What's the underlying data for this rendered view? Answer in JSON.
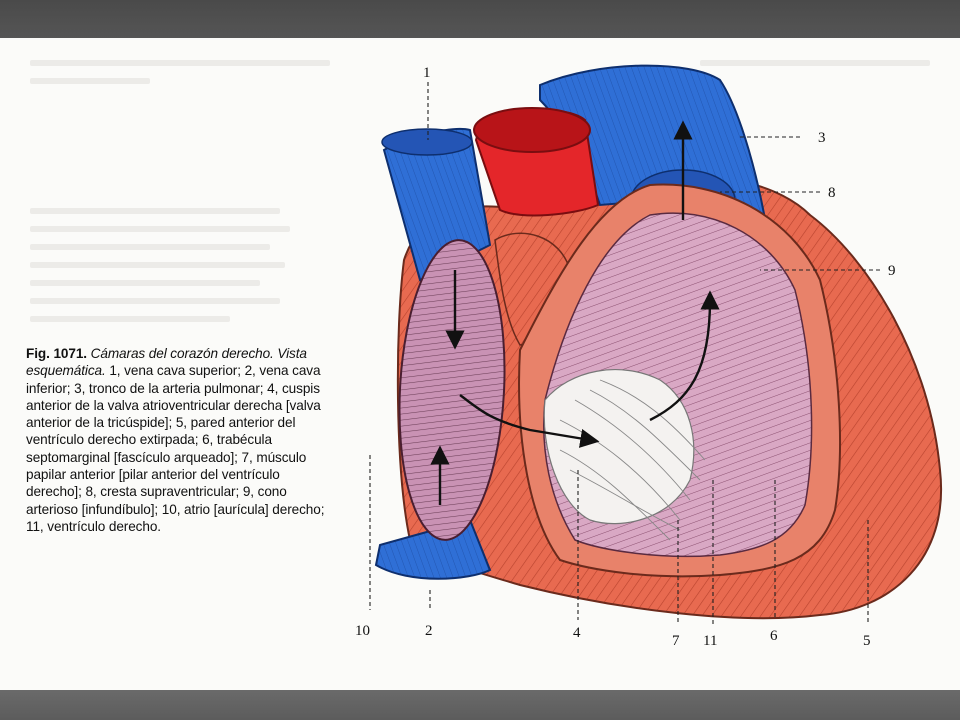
{
  "figure": {
    "caption_number": "Fig. 1071.",
    "caption_title": "Cámaras del corazón derecho. Vista esquemática.",
    "caption_body": "1, vena cava superior; 2, vena cava inferior; 3, tronco de la arteria pulmonar; 4, cuspis anterior de la valva atrioventricular derecha [valva anterior de la tricúspide]; 5, pared anterior del ventrículo derecho extirpada; 6, trabécula septomarginal [fascículo arqueado]; 7, músculo papilar anterior [pilar anterior del ventrículo derecho]; 8, cresta supraventricular; 9, cono arterioso [infundíbulo]; 10, atrio [aurícula] derecho; 11, ventrículo derecho.",
    "labels": [
      "1",
      "2",
      "3",
      "4",
      "5",
      "6",
      "7",
      "8",
      "9",
      "10",
      "11"
    ]
  },
  "colors": {
    "vein_blue": "#2f6fd6",
    "artery_red": "#e4262a",
    "myocardium": "#e86a50",
    "chamber_pink": "#d9a8c4",
    "valve_white": "#f4f2f0"
  }
}
